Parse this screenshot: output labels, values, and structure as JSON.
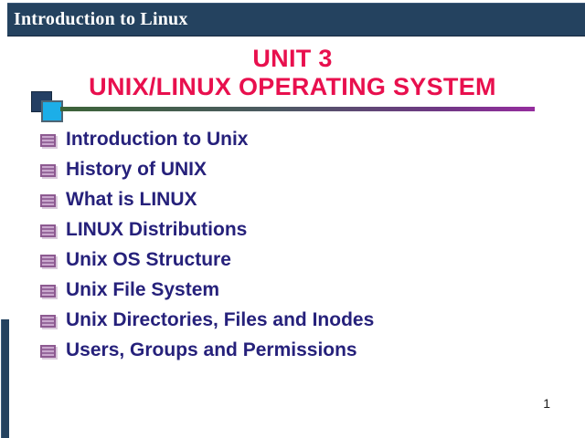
{
  "slide": {
    "header": {
      "title": "Introduction to Linux"
    },
    "title": {
      "line1": "UNIT 3",
      "line2": "UNIX/LINUX OPERATING SYSTEM"
    },
    "bullets": [
      "Introduction to Unix",
      "History of UNIX",
      "What is LINUX",
      "LINUX Distributions",
      "Unix OS Structure",
      "Unix File System",
      "Unix Directories, Files and Inodes",
      "Users, Groups and Permissions"
    ],
    "page_number": "1",
    "colors": {
      "header_bg": "#24425f",
      "title_text": "#e8104e",
      "bullet_text": "#26217b",
      "bullet_icon_purple": "#96689c",
      "decor_navy": "#243f63",
      "decor_cyan": "#1caee8",
      "rule_gradient_left": "#3c6338",
      "rule_gradient_right": "#952d9e"
    }
  }
}
